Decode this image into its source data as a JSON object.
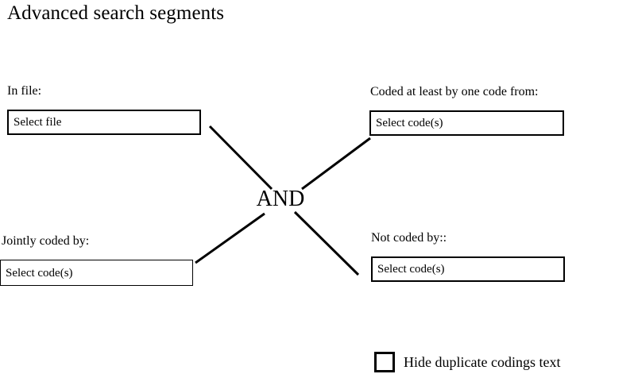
{
  "page": {
    "title": "Advanced search segments",
    "background_color": "#ffffff",
    "text_color": "#000000",
    "border_color": "#000000"
  },
  "operator": {
    "label": "AND"
  },
  "fields": {
    "in_file": {
      "label": "In file:",
      "value": "Select file",
      "placeholder": "Select file"
    },
    "coded_at_least": {
      "label": "Coded at least by one code from:",
      "value": "Select code(s)",
      "placeholder": "Select code(s)"
    },
    "jointly_coded": {
      "label": "Jointly coded by:",
      "value": "Select code(s)",
      "placeholder": "Select code(s)"
    },
    "not_coded": {
      "label": "Not coded by::",
      "value": "Select code(s)",
      "placeholder": "Select code(s)"
    }
  },
  "options": {
    "hide_duplicate": {
      "label": "Hide duplicate codings text",
      "checked": false
    }
  }
}
